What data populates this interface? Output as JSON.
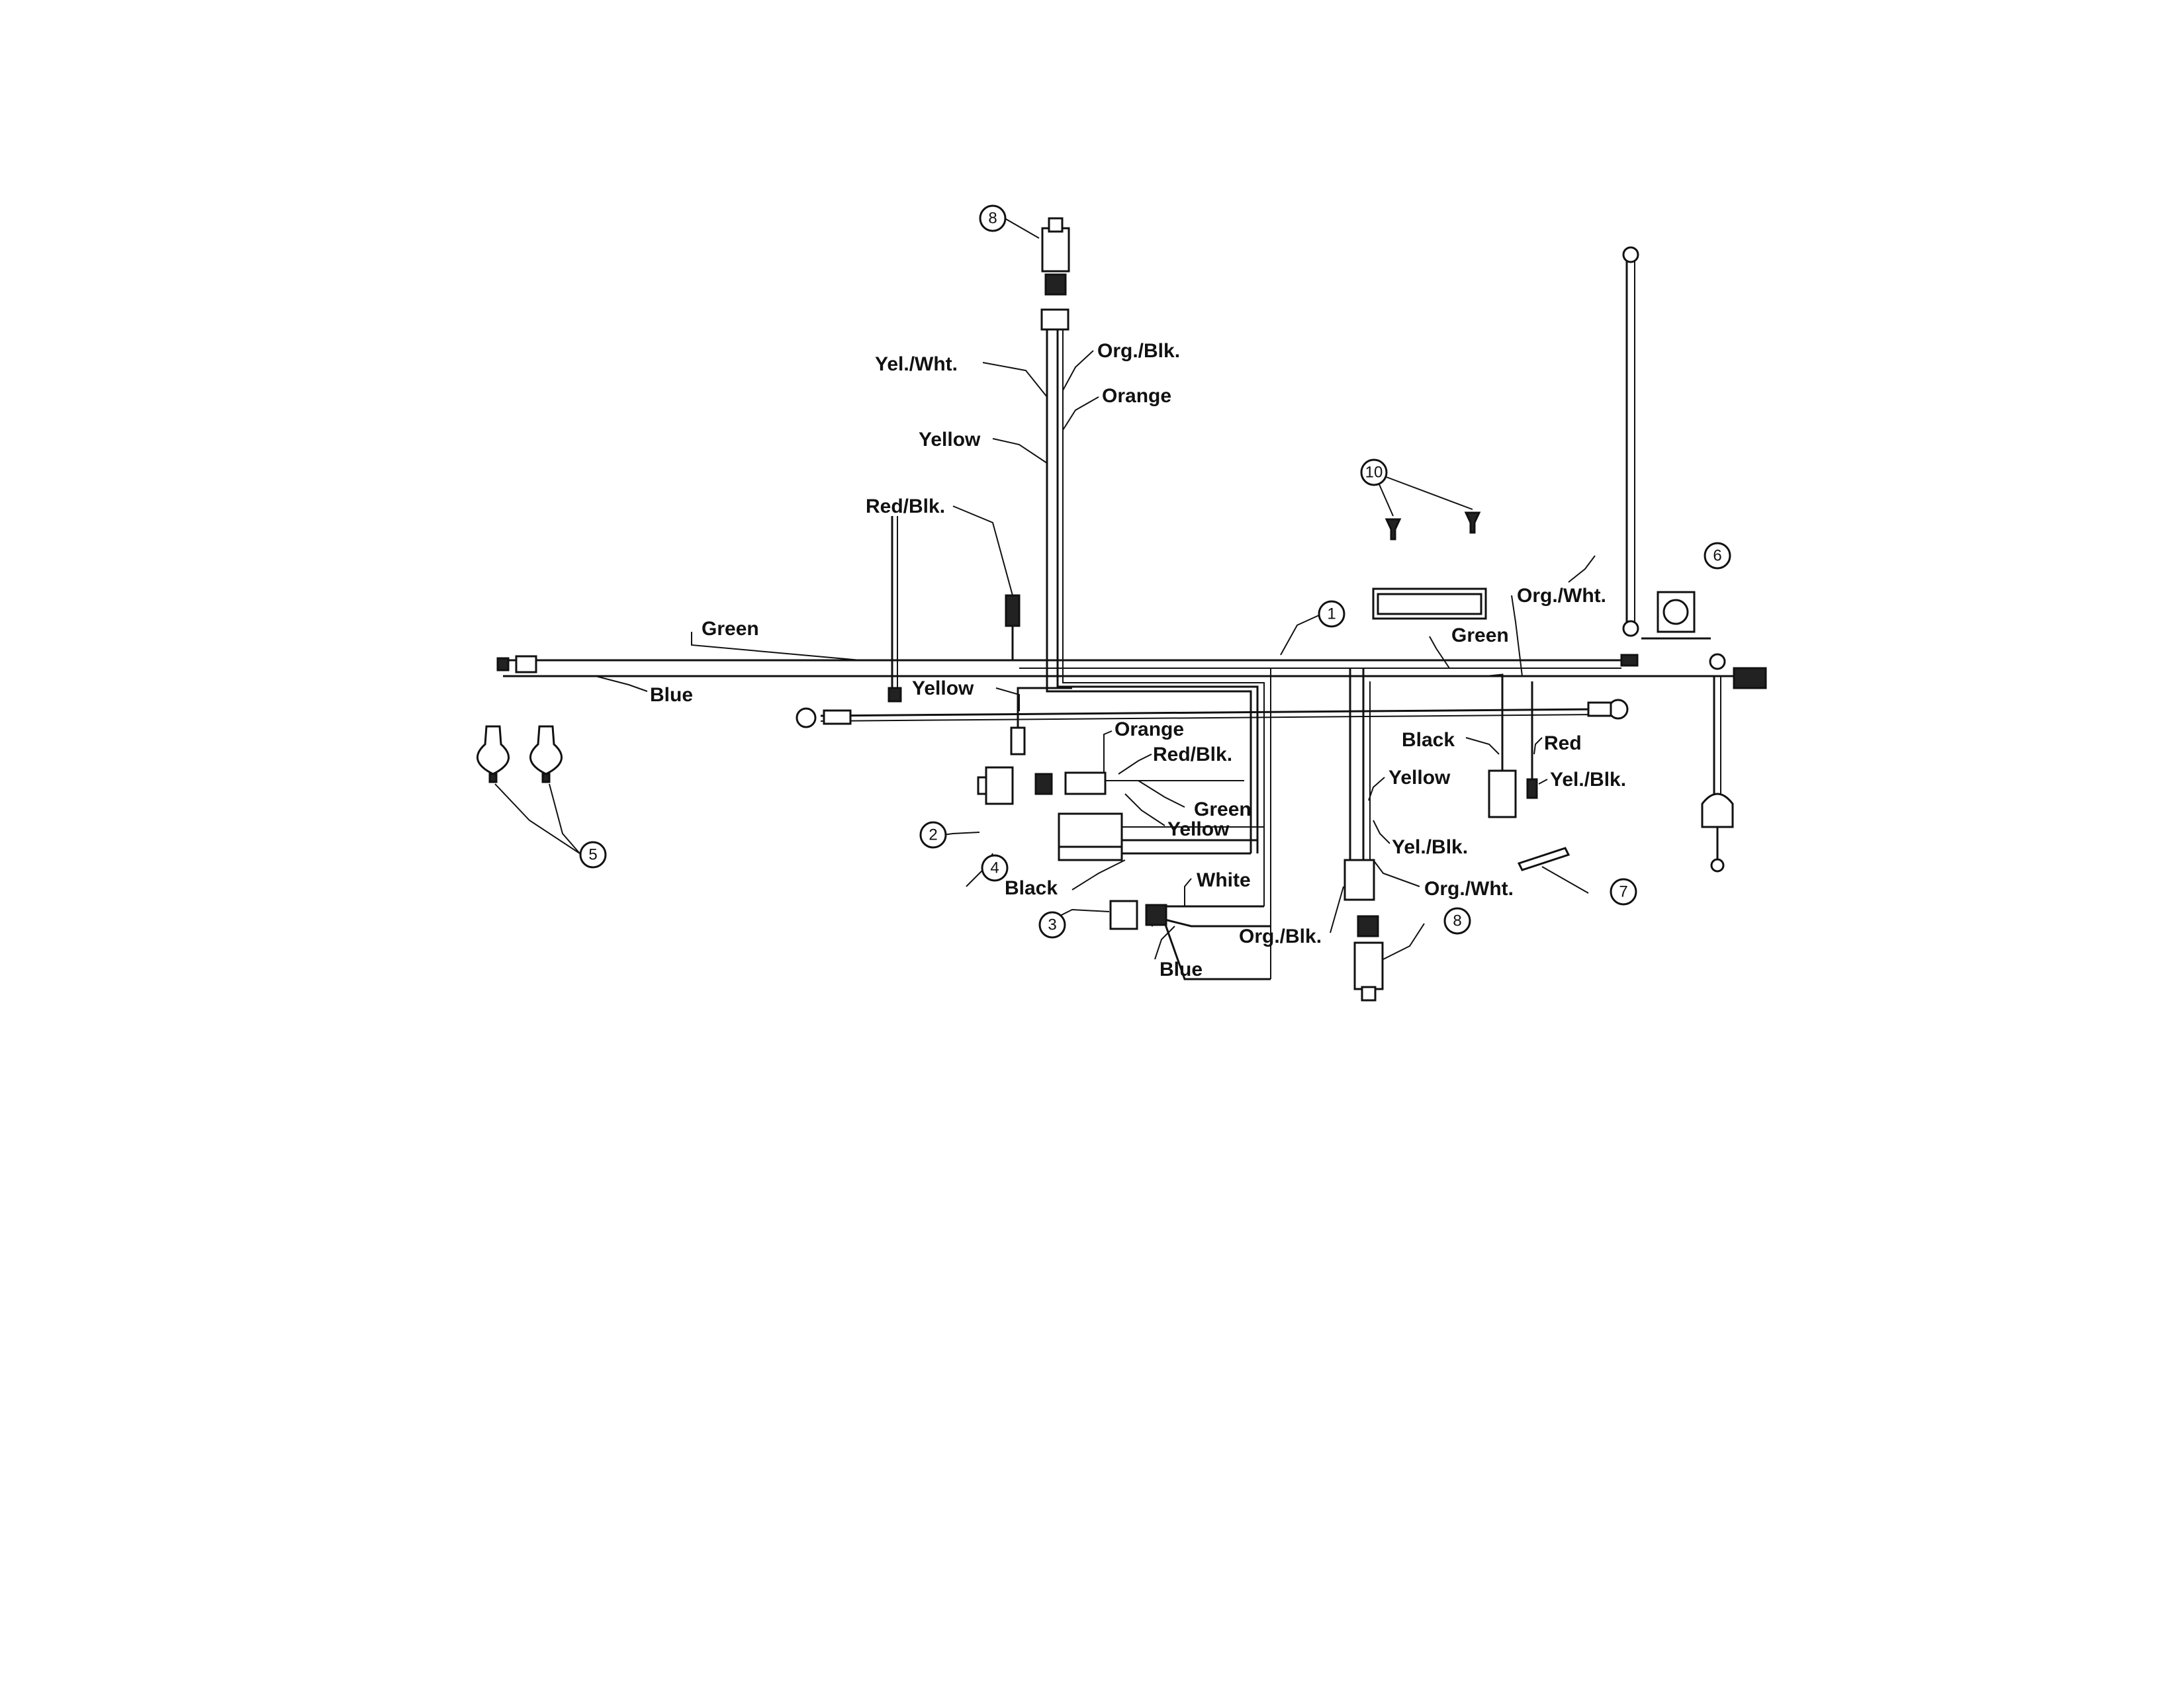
{
  "wire_labels": {
    "yel_wht": "Yel./Wht.",
    "org_blk_top": "Org./Blk.",
    "orange_top": "Orange",
    "yellow_top": "Yellow",
    "red_blk_left": "Red/Blk.",
    "green_left": "Green",
    "blue_left": "Blue",
    "yellow_mid": "Yellow",
    "orange_mid": "Orange",
    "red_blk_mid": "Red/Blk.",
    "green_mid": "Green",
    "yellow_low": "Yellow",
    "black_left": "Black",
    "white": "White",
    "blue_low": "Blue",
    "org_blk_low": "Org./Blk.",
    "org_wht_right": "Org./Wht.",
    "green_right": "Green",
    "black_right": "Black",
    "red_right": "Red",
    "yellow_right": "Yellow",
    "yel_blk_right": "Yel./Blk.",
    "yel_blk_mid": "Yel./Blk.",
    "org_wht_low": "Org./Wht."
  },
  "callouts": {
    "c1": "1",
    "c2": "2",
    "c3": "3",
    "c4": "4",
    "c5": "5",
    "c6": "6",
    "c7": "7",
    "c8_top": "8",
    "c8_bottom": "8",
    "c10": "10"
  }
}
